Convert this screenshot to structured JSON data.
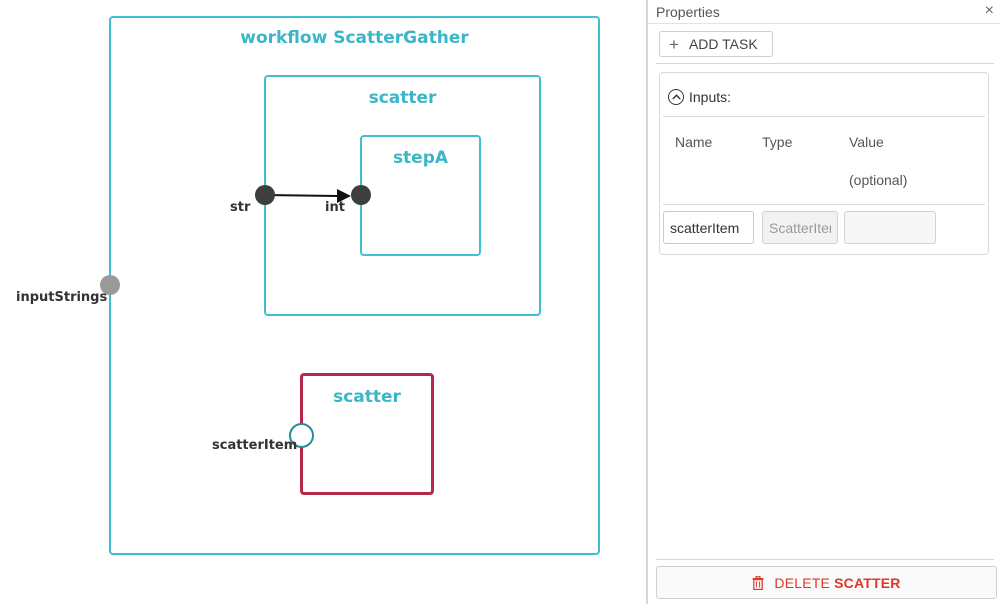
{
  "canvas": {
    "workflow_title": "workflow ScatterGather",
    "scatter_outer_title": "scatter",
    "step_title": "stepA",
    "scatter_inner_title": "scatter",
    "port_labels": {
      "input_strings": "inputStrings",
      "str": "str",
      "int": "int",
      "scatter_item": "scatterItem"
    }
  },
  "panel": {
    "title": "Properties",
    "close_glyph": "×",
    "add_task_label": "ADD TASK",
    "inputs_section": {
      "label": "Inputs:",
      "columns": {
        "name": "Name",
        "type": "Type",
        "value": "Value",
        "value_note": "(optional)"
      },
      "row": {
        "name": "scatterItem",
        "type": "ScatterItem",
        "value": ""
      }
    },
    "delete": {
      "prefix": "DELETE",
      "target": "SCATTER"
    }
  },
  "colors": {
    "container_border": "#3fbfcf",
    "title_text": "#3bb6c9",
    "selected_border": "#b5284a",
    "delete_text": "#e0352b"
  },
  "icons": [
    "plus-icon",
    "close-icon",
    "collapse-circle-icon",
    "trash-icon",
    "arrow-head-icon"
  ]
}
